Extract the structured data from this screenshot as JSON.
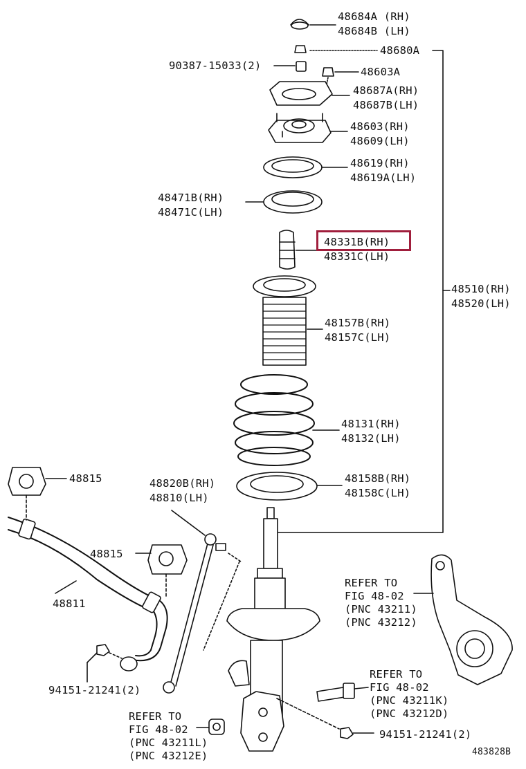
{
  "diagram_id": "483828B",
  "highlight": "48331B (RH)",
  "labels": {
    "p48684a": "48684A (RH)",
    "p48684b": "48684B (LH)",
    "p48680a": "48680A",
    "p90387": "90387-15033(2)",
    "p48603a": "48603A",
    "p48687a": "48687A(RH)",
    "p48687b": "48687B(LH)",
    "p48603": "48603(RH)",
    "p48609": "48609(LH)",
    "p48619": "48619(RH)",
    "p48619a": "48619A(LH)",
    "p48471b": "48471B(RH)",
    "p48471c": "48471C(LH)",
    "p48331b": "48331B(RH)",
    "p48331c": "48331C(LH)",
    "p48510": "48510(RH)",
    "p48520": "48520(LH)",
    "p48157b": "48157B(RH)",
    "p48157c": "48157C(LH)",
    "p48131": "48131(RH)",
    "p48132": "48132(LH)",
    "p48815a": "48815",
    "p48820b": "48820B(RH)",
    "p48810": "48810(LH)",
    "p48158b": "48158B(RH)",
    "p48158c": "48158C(LH)",
    "p48815b": "48815",
    "p48811": "48811",
    "ref1_l1": "REFER TO",
    "ref1_l2": "FIG 48-02",
    "ref1_l3": "(PNC 43211)",
    "ref1_l4": "(PNC 43212)",
    "p94151a": "94151-21241(2)",
    "ref2_l1": "REFER TO",
    "ref2_l2": "FIG 48-02",
    "ref2_l3": "(PNC 43211K)",
    "ref2_l4": "(PNC 43212D)",
    "ref3_l1": "REFER TO",
    "ref3_l2": "FIG 48-02",
    "ref3_l3": "(PNC 43211L)",
    "ref3_l4": "(PNC 43212E)",
    "p94151b": "94151-21241(2)"
  },
  "colors": {
    "highlight": "#a01e3c",
    "line": "#111111"
  }
}
